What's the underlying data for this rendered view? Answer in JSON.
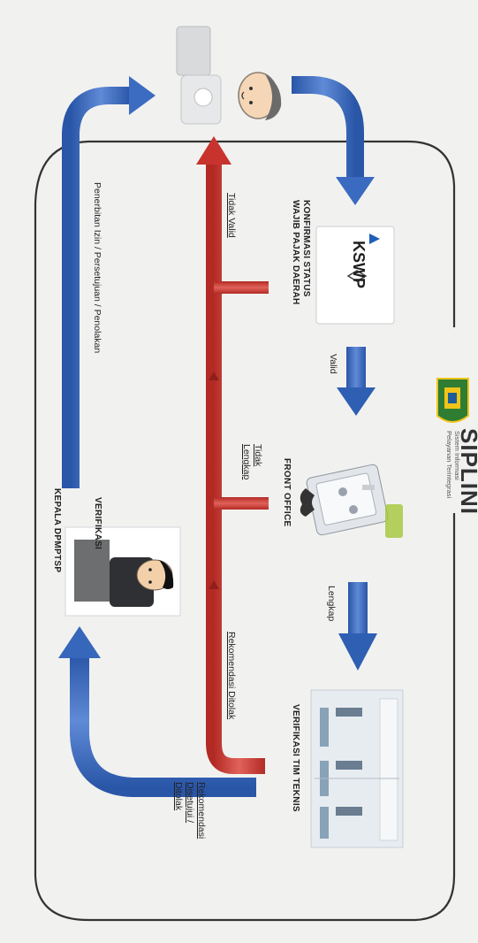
{
  "logo": {
    "title": "SIPLINI",
    "sub1": "Sistem Informasi",
    "sub2": "Pelayanan Terintegrasi"
  },
  "nodes": {
    "kswp_logo": "KSWP",
    "kswp_label1": "KONFIRMASI STATUS",
    "kswp_label2": "WAJIB PAJAK DAERAH",
    "front_office": "FRONT OFFICE",
    "tim_teknis": "VERIFIKASI TIM TEKNIS",
    "kepala_label1": "VERIFIKASI",
    "kepala_label2": "KEPALA DPMPTSP"
  },
  "flows": {
    "valid": "Valid",
    "lengkap": "Lengkap",
    "tidak_valid": "Tidak Valid",
    "tidak_lengkap_1": "Tidak",
    "tidak_lengkap_2": "Lengkap",
    "rekomendasi_ditolak": "Rekomendasi Ditolak",
    "rek_1": "Rekomendasi",
    "rek_2": "Disetujui /",
    "rek_3": "Ditolak",
    "penerbitan": "Penerbitan Izin / Persetujuan / Penolakan"
  },
  "colors": {
    "blue": "#2f63b5",
    "red": "#c8342d",
    "frame": "#333333"
  }
}
